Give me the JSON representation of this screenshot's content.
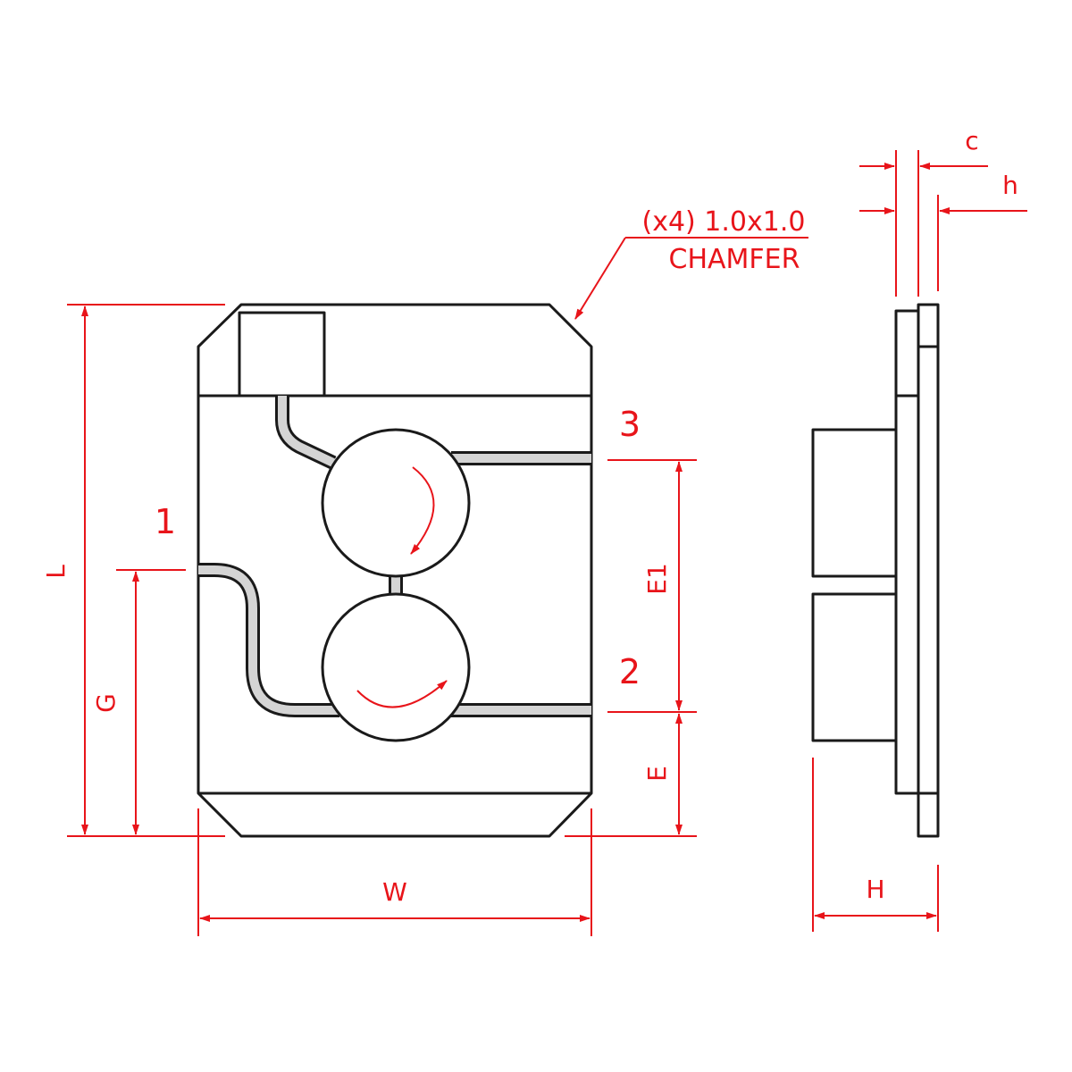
{
  "labels": {
    "chamfer_line1": "(x4) 1.0x1.0",
    "chamfer_line2": "CHAMFER",
    "port1": "1",
    "port2": "2",
    "port3": "3",
    "dim_L": "L",
    "dim_G": "G",
    "dim_W": "W",
    "dim_E": "E",
    "dim_E1": "E1",
    "dim_H": "H",
    "dim_c": "c",
    "dim_h": "h"
  },
  "colors": {
    "outline": "#1a1a1a",
    "dimension": "#e8141a",
    "trace_fill": "#d4d4d4",
    "background": "#ffffff"
  }
}
